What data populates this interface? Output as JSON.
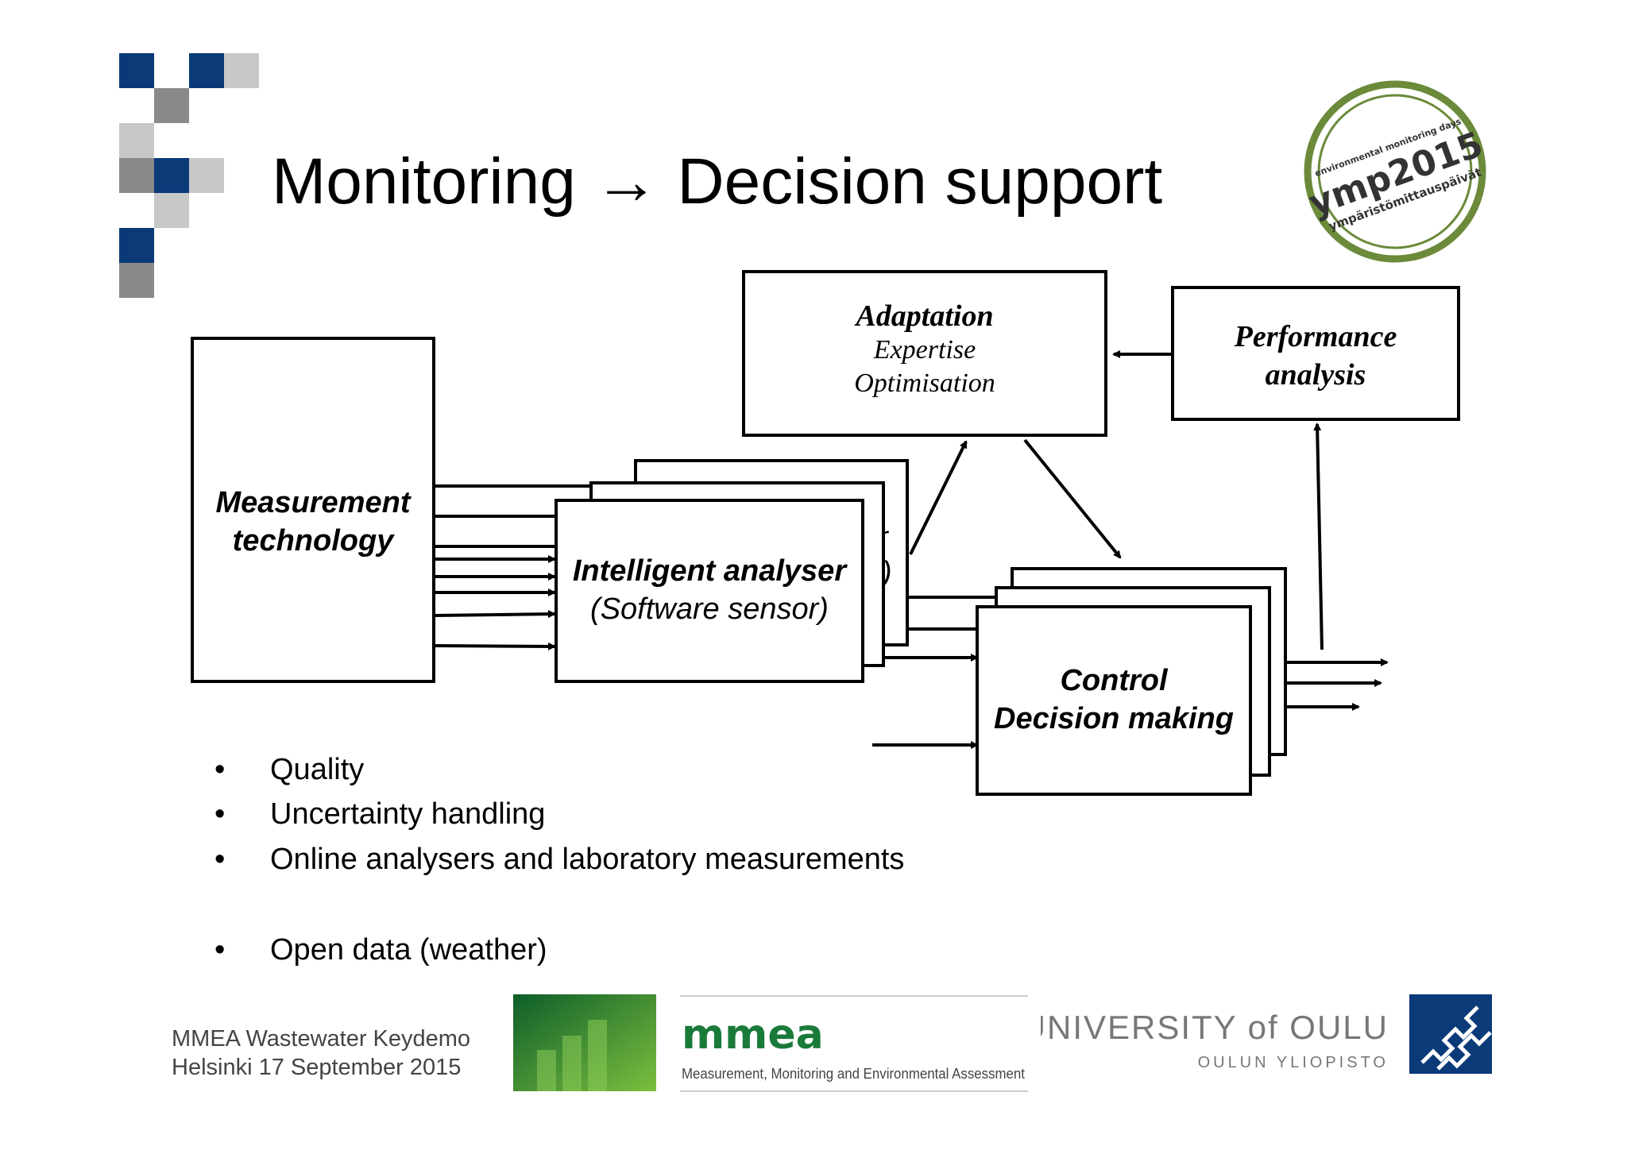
{
  "slide": {
    "title": "Monitoring → Decision support",
    "colors": {
      "accent_blue": "#0a3a78",
      "grey_dark": "#8a8a8a",
      "grey_light": "#c8c8c8",
      "mmea_green": "#1a7a3a",
      "oulu_blue": "#0a3a78",
      "stamp_green": "#6b8a3a"
    }
  },
  "diagram": {
    "measurement": {
      "line1": "Measurement",
      "line2": "technology"
    },
    "analyser": {
      "line1": "Intelligent analyser",
      "line2": "(Software sensor)",
      "peek1": "er",
      "peek2": ")"
    },
    "adaptation": {
      "title": "Adaptation",
      "line2": "Expertise",
      "line3": "Optimisation"
    },
    "performance": {
      "line1": "Performance",
      "line2": "analysis"
    },
    "control": {
      "line1": "Control",
      "line2": "Decision making"
    }
  },
  "bullets": [
    {
      "dot": "•",
      "text": "Quality"
    },
    {
      "dot": "•",
      "text": "Uncertainty handling"
    },
    {
      "dot": "•",
      "text": "Online analysers and laboratory measurements"
    },
    {
      "dot": "•",
      "text": "Open data (weather)"
    }
  ],
  "footer": {
    "line1": "MMEA Wastewater Keydemo",
    "line2": "Helsinki 17 September 2015",
    "mmea_name": "mmea",
    "mmea_tagline": "Measurement, Monitoring and Environmental Assessment",
    "oulu_name": "UNIVERSITY of OULU",
    "oulu_sub": "OULUN YLIOPISTO"
  },
  "stamp": {
    "main": "ymp2015",
    "top": "environmental monitoring days",
    "bottom": "ympäristömittauspäivät"
  }
}
